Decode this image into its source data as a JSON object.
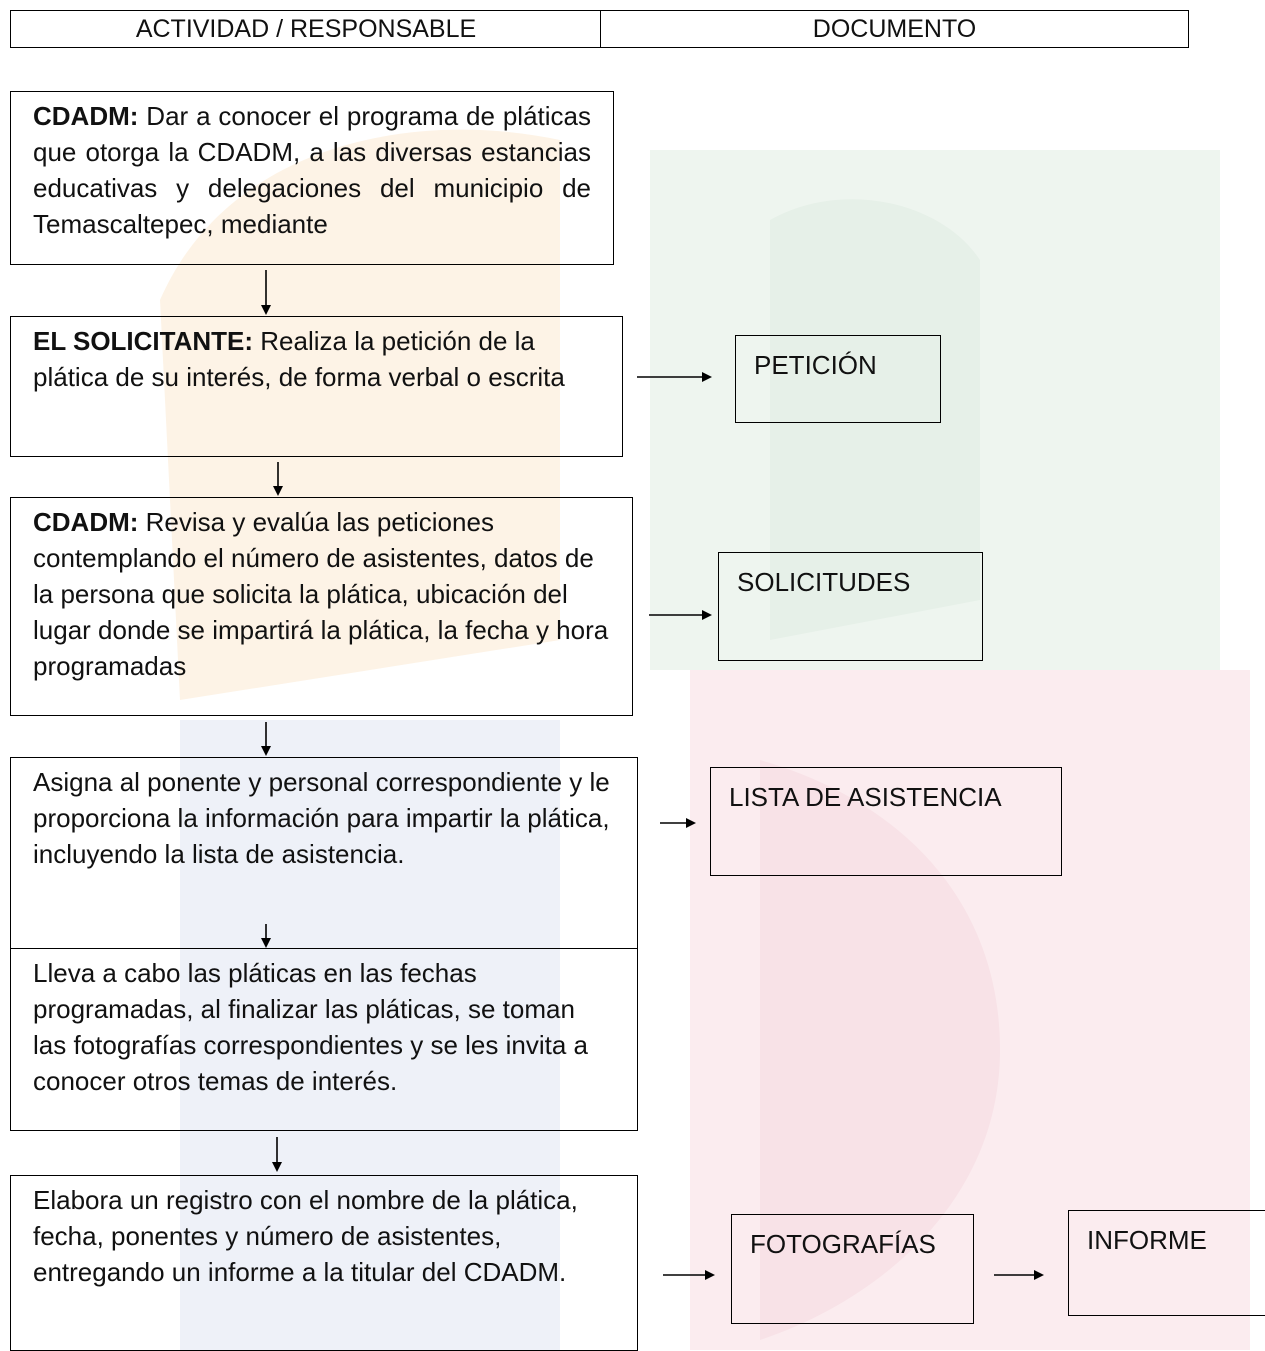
{
  "header": {
    "col1": "ACTIVIDAD / RESPONSABLE",
    "col2": "DOCUMENTO"
  },
  "steps": [
    {
      "role": "CDADM:",
      "text": " Dar a conocer el programa de pláticas que otorga la CDADM, a las diversas estancias educativas y delegaciones del municipio de Temascaltepec, mediante"
    },
    {
      "role": "EL SOLICITANTE:",
      "text": " Realiza la petición de la plática de su interés, de forma verbal o escrita"
    },
    {
      "role": "CDADM:",
      "text": " Revisa y evalúa las peticiones contemplando el número de asistentes, datos de la persona que solicita la plática, ubicación del lugar donde se impartirá la plática, la fecha y hora programadas"
    },
    {
      "role": "",
      "text": "Asigna al ponente y personal correspondiente y le proporciona la información para impartir la plática, incluyendo la lista de asistencia."
    },
    {
      "role": "",
      "text": "Lleva a cabo las pláticas en las fechas programadas, al finalizar las pláticas, se toman las fotografías correspondientes y se les invita a conocer otros temas de interés."
    },
    {
      "role": "",
      "text": "Elabora un registro con el nombre de la plática, fecha, ponentes y número de asistentes, entregando un informe a la titular del CDADM."
    }
  ],
  "documents": {
    "peticion": "PETICIÓN",
    "solicitudes": "SOLICITUDES",
    "lista": "LISTA DE ASISTENCIA",
    "fotografias": "FOTOGRAFÍAS",
    "informe": "INFORME"
  },
  "colors": {
    "watermark_orange": "#fdf3e6",
    "watermark_green": "#eef5ef",
    "watermark_red": "#fbecef",
    "watermark_blue": "#eef1f8",
    "line": "#000000"
  }
}
